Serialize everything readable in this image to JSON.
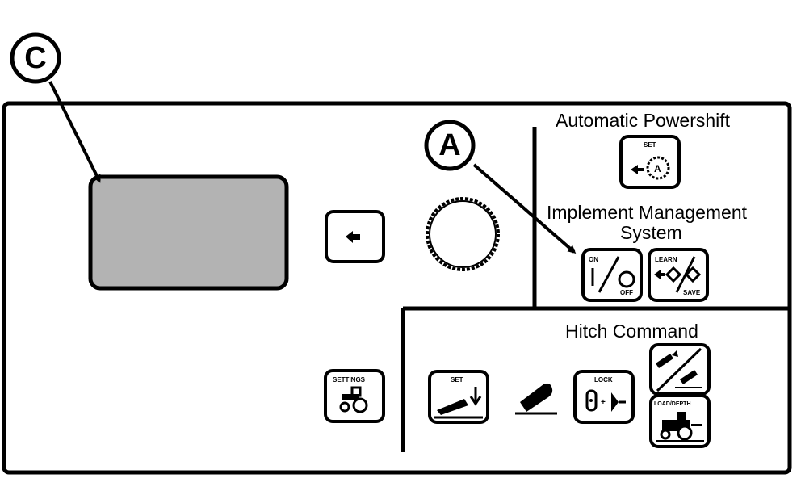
{
  "callouts": {
    "c": "C",
    "a": "A"
  },
  "sections": {
    "automatic_powershift": {
      "title": "Automatic Powershift",
      "button_text": "SET",
      "button_icon": "A"
    },
    "implement_management": {
      "title_line1": "Implement Management",
      "title_line2": "System",
      "on_off_button": {
        "on": "ON",
        "off": "OFF"
      },
      "learn_save_button": {
        "learn": "LEARN",
        "save": "SAVE"
      }
    },
    "hitch_command": {
      "title": "Hitch Command",
      "set_button": "SET",
      "lock_button": {
        "label": "LOCK",
        "plus": "+"
      },
      "load_depth_button": "LOAD/DEPTH"
    }
  },
  "settings_button": "SETTINGS",
  "icons": {
    "back": "back-arrow-icon",
    "dial": "rotary-dial",
    "settings": "tractor-icon",
    "powershift": "gear-a-icon",
    "on_off": "power-toggle-icon",
    "learn_save": "learn-save-icon",
    "hitch_set": "hitch-set-icon",
    "hitch_lever": "hitch-lever",
    "lock": "lock-icon",
    "raise_lower": "raise-lower-icon",
    "load_depth": "load-depth-icon"
  },
  "colors": {
    "display_fill": "#b3b3b3",
    "ink": "#000000",
    "background": "#ffffff"
  }
}
